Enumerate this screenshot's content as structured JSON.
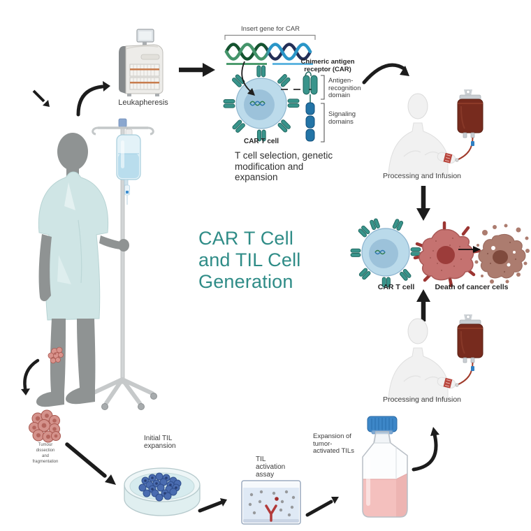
{
  "title": {
    "lines": [
      "CAR T Cell",
      "and TIL Cell",
      "Generation"
    ],
    "color": "#2f8c87"
  },
  "steps": {
    "leukapheresis": {
      "label": "Leukapheresis"
    },
    "gene_insertion": {
      "insert_gene_label": "Insert gene for CAR",
      "cell_label": "CAR T cell",
      "receptor_title_lines": [
        "Chimeric antigen",
        "receptor (CAR)"
      ],
      "antigen_domain_label": "Antigen-recognition domain",
      "signaling_domain_label": "Signaling domains",
      "caption": "T cell selection, genetic modification and expansion"
    },
    "processing_top": {
      "label": "Processing and Infusion"
    },
    "attack": {
      "cell_label": "CAR T cell",
      "death_label": "Death of cancer cells"
    },
    "processing_bottom": {
      "label": "Processing and Infusion"
    },
    "tumour": {
      "label_lines": [
        "Tumour",
        "dissection",
        "and",
        "fragmentation"
      ]
    },
    "til_expansion": {
      "label": "Initial TIL expansion"
    },
    "til_assay": {
      "label": "TIL activation assay"
    },
    "til_growth": {
      "label": "Expansion of tumor-activated TILs"
    }
  },
  "colors": {
    "accent_teal": "#2f8c87",
    "receptor_teal": "#39948b",
    "signaling_blue": "#2374a6",
    "cell_body_blue": "#badaea",
    "cell_nucleus_blue": "#9cc2da",
    "blood_bag_red": "#772b1e",
    "cancer_cell_pink": "#c57270",
    "dead_cell_brown": "#ac7c6f",
    "tumor_pink": "#d4928b",
    "flask_liquid_pink": "#f3a19d",
    "flask_cap_blue": "#3d87c8",
    "gown_teal": "#cfe5e5",
    "skin_gray": "#8f9393",
    "petri_cell_blue": "#4a6cb0",
    "arrow_black": "#1c1c1c"
  },
  "illustrations": [
    "leukapheresis-machine-icon",
    "dna-helix-icon",
    "car-t-cell-icon",
    "car-receptor-icon",
    "patient-icon",
    "iv-pole-icon",
    "iv-bag-icon",
    "infusion-person-icon",
    "blood-bag-icon",
    "cancer-cell-icon",
    "dead-cancer-cell-icon",
    "tumor-fragment-icon",
    "petri-dish-icon",
    "assay-tray-icon",
    "culture-flask-icon"
  ]
}
